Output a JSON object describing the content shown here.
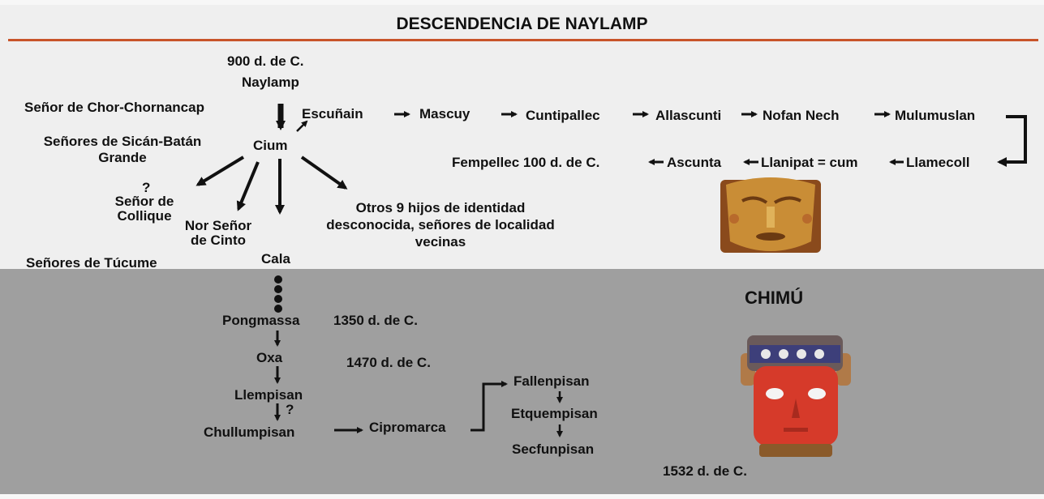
{
  "title": "DESCENDENCIA DE NAYLAMP",
  "top_date": "900 d. de C.",
  "naylamp": "Naylamp",
  "chor": "Señor de Chor-Chornancap",
  "sican": "Señores de Sicán-Batán Grande",
  "cium": "Cium",
  "collique_q": "?",
  "collique": "Señor de Collique",
  "nor_cinto": "Nor Señor de Cinto",
  "cala": "Cala",
  "tucume": "Señores de Túcume",
  "otros": "Otros 9 hijos de identidad desconocida, señores de localidad vecinas",
  "chain_top": [
    "Escuñain",
    "Mascuy",
    "Cuntipallec",
    "Allascunti",
    "Nofan Nech",
    "Mulumuslan"
  ],
  "chain_bottom": [
    "Llamecoll",
    "Llanipat = cum",
    "Ascunta",
    "Fempellec 100 d. de C."
  ],
  "chimu": {
    "title": "CHIMÚ",
    "pongmassa": "Pongmassa",
    "date_1350": "1350 d. de C.",
    "oxa": "Oxa",
    "date_1470": "1470 d. de C.",
    "llempisan": "Llempisan",
    "q": "?",
    "chullumpisan": "Chullumpisan",
    "cipromarca": "Cipromarca",
    "fallenpisan": "Fallenpisan",
    "etquempisan": "Etquempisan",
    "secfunpisan": "Secfunpisan",
    "date_1532": "1532 d. de C."
  },
  "colors": {
    "rule": "#c8542a",
    "top_bg": "#efefef",
    "bottom_bg": "#9f9f9f"
  },
  "images": {
    "mask_top": "gold-mask-image",
    "mask_bottom": "chimu-figure-image"
  }
}
